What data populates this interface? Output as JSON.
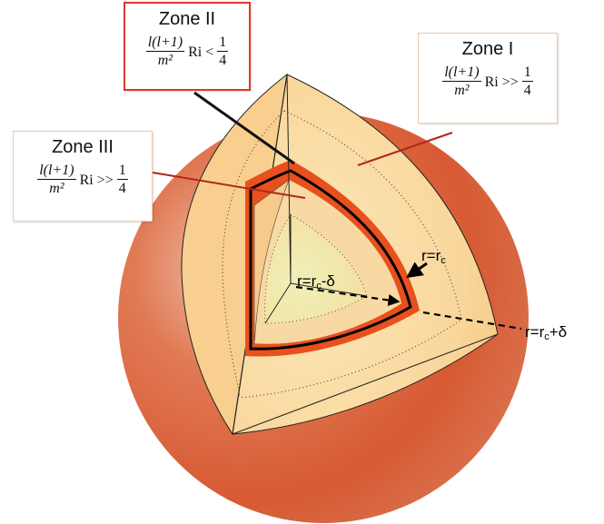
{
  "zones": {
    "zone1": {
      "title": "Zone I",
      "num": "l(l+1)",
      "den": "m²",
      "mid": "Ri >>",
      "rnum": "1",
      "rden": "4"
    },
    "zone2": {
      "title": "Zone II",
      "num": "l(l+1)",
      "den": "m²",
      "mid": "Ri <",
      "rnum": "1",
      "rden": "4"
    },
    "zone3": {
      "title": "Zone III",
      "num": "l(l+1)",
      "den": "m²",
      "mid": "Ri >>",
      "rnum": "1",
      "rden": "4"
    }
  },
  "radius_labels": {
    "rc_base": "r=r",
    "rc_sub": "c",
    "rc_minus_base": "r=r",
    "rc_minus_sub": "c",
    "rc_minus_tail": "-δ",
    "rc_plus_base": "r=r",
    "rc_plus_sub": "c",
    "rc_plus_tail": "+δ"
  },
  "colors": {
    "sphere": "#d9532e",
    "wedge_outer": "#f7c98a",
    "critical_layer": "#e8501e",
    "inner_core": "#e9ecb0",
    "callout_line": "#b3261e"
  }
}
